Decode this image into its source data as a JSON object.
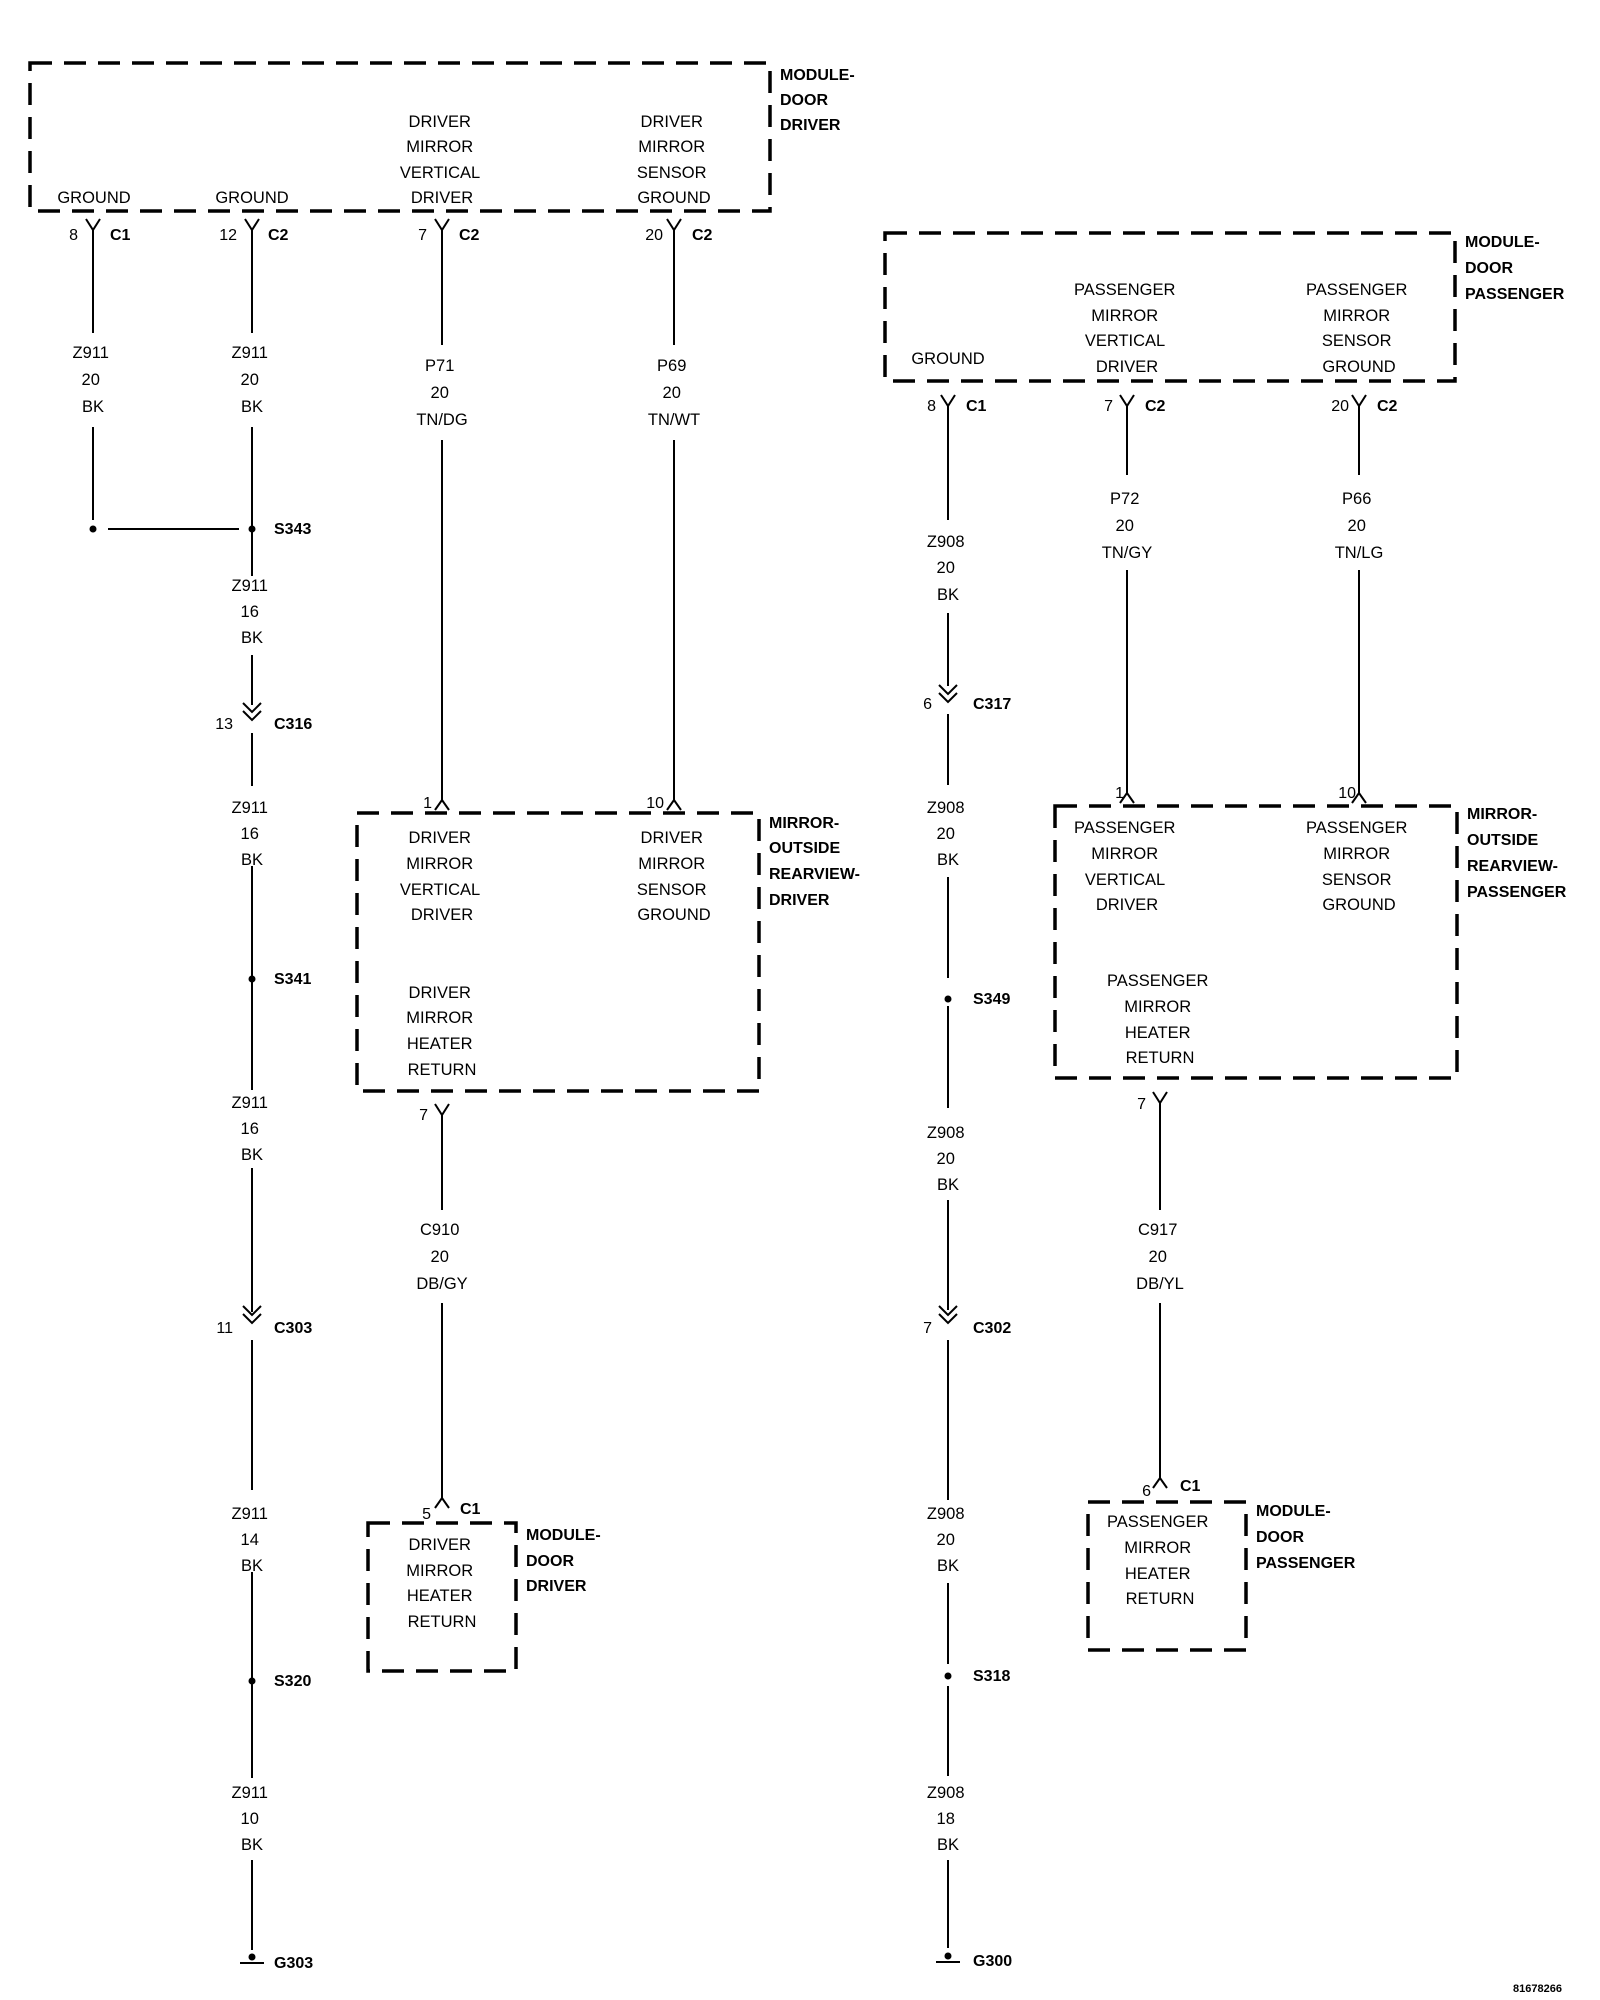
{
  "diagram_id": "81678266",
  "modules": {
    "module_door_driver_top": {
      "title": [
        "MODULE-",
        "DOOR",
        "DRIVER"
      ],
      "pins": {
        "ground_1": [
          "GROUND"
        ],
        "ground_2": [
          "GROUND"
        ],
        "vertical_driver": [
          "DRIVER",
          "MIRROR",
          "VERTICAL",
          "DRIVER"
        ],
        "sensor_ground": [
          "DRIVER",
          "MIRROR",
          "SENSOR",
          "GROUND"
        ]
      }
    },
    "module_door_passenger_top": {
      "title": [
        "MODULE-",
        "DOOR",
        "PASSENGER"
      ],
      "pins": {
        "ground": [
          "GROUND"
        ],
        "vertical_driver": [
          "PASSENGER",
          "MIRROR",
          "VERTICAL",
          "DRIVER"
        ],
        "sensor_ground": [
          "PASSENGER",
          "MIRROR",
          "SENSOR",
          "GROUND"
        ]
      }
    },
    "mirror_driver": {
      "title": [
        "MIRROR-",
        "OUTSIDE",
        "REARVIEW-",
        "DRIVER"
      ],
      "pins": {
        "vertical_driver": [
          "DRIVER",
          "MIRROR",
          "VERTICAL",
          "DRIVER"
        ],
        "sensor_ground": [
          "DRIVER",
          "MIRROR",
          "SENSOR",
          "GROUND"
        ],
        "heater_return": [
          "DRIVER",
          "MIRROR",
          "HEATER",
          "RETURN"
        ]
      }
    },
    "mirror_passenger": {
      "title": [
        "MIRROR-",
        "OUTSIDE",
        "REARVIEW-",
        "PASSENGER"
      ],
      "pins": {
        "vertical_driver": [
          "PASSENGER",
          "MIRROR",
          "VERTICAL",
          "DRIVER"
        ],
        "sensor_ground": [
          "PASSENGER",
          "MIRROR",
          "SENSOR",
          "GROUND"
        ],
        "heater_return": [
          "PASSENGER",
          "MIRROR",
          "HEATER",
          "RETURN"
        ]
      }
    },
    "module_door_driver_bottom": {
      "title": [
        "MODULE-",
        "DOOR",
        "DRIVER"
      ],
      "pins": {
        "heater_return": [
          "DRIVER",
          "MIRROR",
          "HEATER",
          "RETURN"
        ]
      }
    },
    "module_door_passenger_bottom": {
      "title": [
        "MODULE-",
        "DOOR",
        "PASSENGER"
      ],
      "pins": {
        "heater_return": [
          "PASSENGER",
          "MIRROR",
          "HEATER",
          "RETURN"
        ]
      }
    }
  },
  "connectors": {
    "drv_c1_8": {
      "pin": "8",
      "name": "C1"
    },
    "drv_c2_12": {
      "pin": "12",
      "name": "C2"
    },
    "drv_c2_7": {
      "pin": "7",
      "name": "C2"
    },
    "drv_c2_20": {
      "pin": "20",
      "name": "C2"
    },
    "pas_c1_8": {
      "pin": "8",
      "name": "C1"
    },
    "pas_c2_7": {
      "pin": "7",
      "name": "C2"
    },
    "pas_c2_20": {
      "pin": "20",
      "name": "C2"
    },
    "c316": {
      "pin": "13",
      "name": "C316"
    },
    "c303": {
      "pin": "11",
      "name": "C303"
    },
    "c317": {
      "pin": "6",
      "name": "C317"
    },
    "c302": {
      "pin": "7",
      "name": "C302"
    },
    "mirror_drv_1": {
      "pin": "1"
    },
    "mirror_drv_10": {
      "pin": "10"
    },
    "mirror_drv_7": {
      "pin": "7"
    },
    "mirror_pas_1": {
      "pin": "1"
    },
    "mirror_pas_10": {
      "pin": "10"
    },
    "mirror_pas_7": {
      "pin": "7"
    },
    "drv_bottom_c1_5": {
      "pin": "5",
      "name": "C1"
    },
    "pas_bottom_c1_6": {
      "pin": "6",
      "name": "C1"
    }
  },
  "splices": {
    "s343": "S343",
    "s341": "S341",
    "s320": "S320",
    "s349": "S349",
    "s318": "S318"
  },
  "grounds": {
    "g303": "G303",
    "g300": "G300"
  },
  "wires": {
    "z911_20_a": [
      "Z911",
      "20",
      "BK"
    ],
    "z911_20_b": [
      "Z911",
      "20",
      "BK"
    ],
    "p71": [
      "P71",
      "20",
      "TN/DG"
    ],
    "p69": [
      "P69",
      "20",
      "TN/WT"
    ],
    "z911_16_a": [
      "Z911",
      "16",
      "BK"
    ],
    "z911_16_b": [
      "Z911",
      "16",
      "BK"
    ],
    "z911_16_c": [
      "Z911",
      "16",
      "BK"
    ],
    "z911_14": [
      "Z911",
      "14",
      "BK"
    ],
    "z911_10": [
      "Z911",
      "10",
      "BK"
    ],
    "c910": [
      "C910",
      "20",
      "DB/GY"
    ],
    "z908_20_a": [
      "Z908",
      "20",
      "BK"
    ],
    "z908_20_b": [
      "Z908",
      "20",
      "BK"
    ],
    "z908_20_c": [
      "Z908",
      "20",
      "BK"
    ],
    "z908_20_d": [
      "Z908",
      "20",
      "BK"
    ],
    "z908_18": [
      "Z908",
      "18",
      "BK"
    ],
    "p72": [
      "P72",
      "20",
      "TN/GY"
    ],
    "p66": [
      "P66",
      "20",
      "TN/LG"
    ],
    "c917": [
      "C917",
      "20",
      "DB/YL"
    ]
  }
}
